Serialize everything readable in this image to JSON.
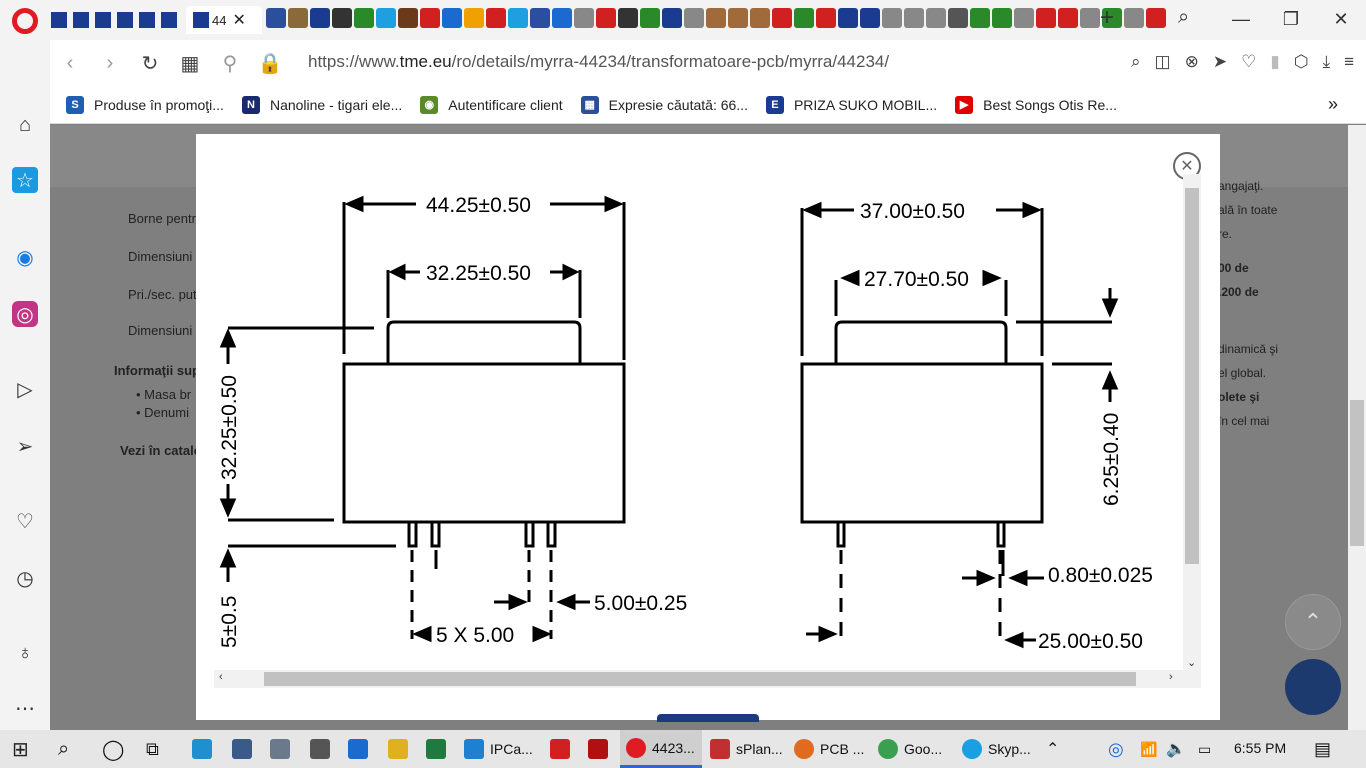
{
  "browser": {
    "active_tab_label": "44",
    "url_prefix": "https://www.",
    "url_domain": "tme.eu",
    "url_path": "/ro/details/myrra-44234/transformatoare-pcb/myrra/44234/"
  },
  "bookmarks": [
    {
      "label": "Produse în promoţi...",
      "color": "#1f5fb3",
      "glyph": "S"
    },
    {
      "label": "Nanoline - tigari ele...",
      "color": "#1a2a6e",
      "glyph": "N"
    },
    {
      "label": "Autentificare client",
      "color": "#5a8a2a",
      "glyph": "◉"
    },
    {
      "label": "Expresie căutată: 66...",
      "color": "#2b4f9a",
      "glyph": "▦"
    },
    {
      "label": "PRIZA SUKO MOBIL...",
      "color": "#1a3b8f",
      "glyph": "E"
    },
    {
      "label": "Best Songs Otis Re...",
      "color": "#e00000",
      "glyph": "▶"
    }
  ],
  "page_left": {
    "row1": "Borne pentr",
    "row2": "Dimensiuni",
    "row3": "Pri./sec. put",
    "row4": "Dimensiuni",
    "info_header": "Informaţii sup",
    "bullet1": "Masa br",
    "bullet2": "Denumi",
    "catalog": "Vezi în catalo"
  },
  "page_right": {
    "l1": "angajaţi.",
    "l2": "ală în toate",
    "l3": "re.",
    "l4": "00 de",
    "l5": ".200 de",
    "l6": "dinamică şi",
    "l7": "el global.",
    "l8": "olete şi",
    "l9": "în cel mai"
  },
  "drawing": {
    "front_total_width": "44.25±0.50",
    "front_top_width": "32.25±0.50",
    "front_height": "32.25±0.50",
    "front_pin_length": "5±0.5",
    "pin_spacing": "5 X 5.00",
    "pin_pitch": "5.00±0.25",
    "side_total_width": "37.00±0.50",
    "side_top_width": "27.70±0.50",
    "side_step_height": "6.25±0.40",
    "pin_thickness": "0.80±0.025",
    "pin_row_distance": "25.00±0.50"
  },
  "taskbar": {
    "items": [
      "IPCa...",
      "4423...",
      "sPlan...",
      "PCB ...",
      "Goo...",
      "Skyp..."
    ],
    "time": "6:55 PM"
  }
}
